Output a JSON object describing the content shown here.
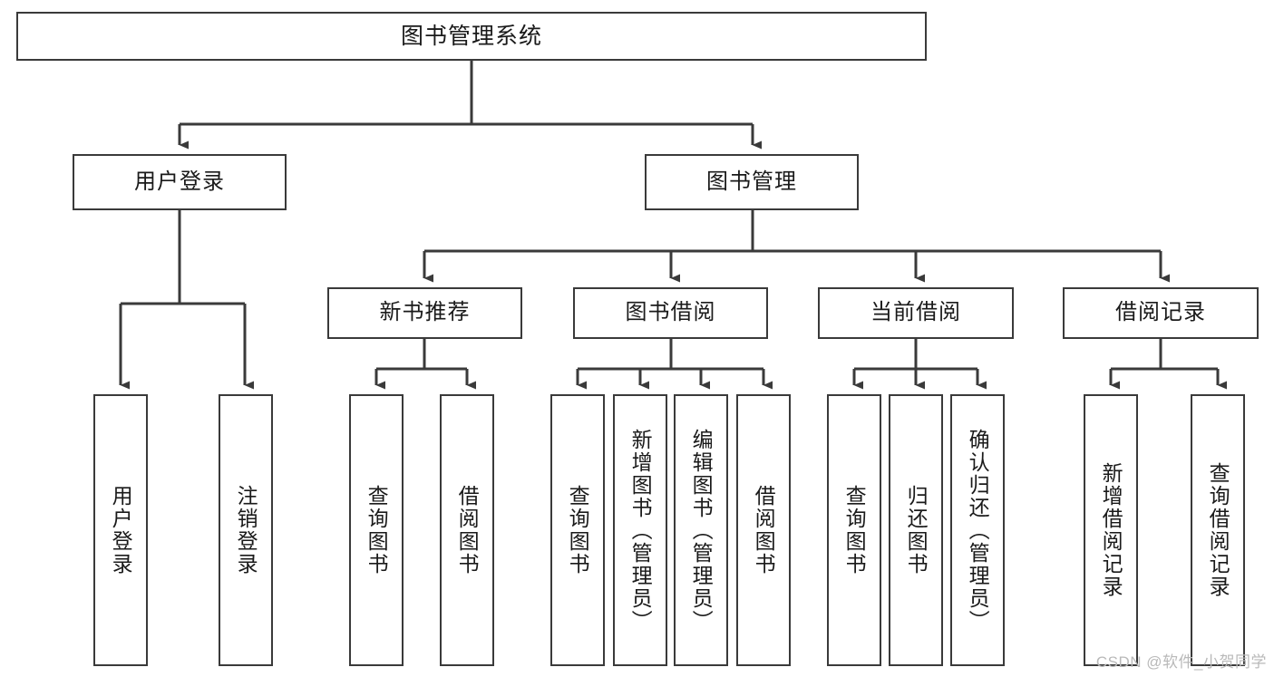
{
  "diagram": {
    "title": "图书管理系统",
    "type": "tree-hierarchy",
    "watermark": "CSDN @软件_小贺同学",
    "colors": {
      "stroke": "#3a3a3a",
      "fill": "#ffffff",
      "text": "#1a1a1a",
      "watermark": "#b9b9b9"
    }
  },
  "nodes": {
    "root": {
      "label": "图书管理系统"
    },
    "level2": [
      {
        "id": "user-login",
        "label": "用户登录"
      },
      {
        "id": "book-manage",
        "label": "图书管理"
      }
    ],
    "level3": [
      {
        "id": "new-book-recommend",
        "label": "新书推荐"
      },
      {
        "id": "book-borrow",
        "label": "图书借阅"
      },
      {
        "id": "current-borrow",
        "label": "当前借阅"
      },
      {
        "id": "borrow-record",
        "label": "借阅记录"
      }
    ],
    "leaves": {
      "user_login": [
        {
          "id": "leaf-user-login",
          "label": "用户登录"
        },
        {
          "id": "leaf-logout",
          "label": "注销登录"
        }
      ],
      "new_book_recommend": [
        {
          "id": "leaf-query-book-1",
          "label": "查询图书"
        },
        {
          "id": "leaf-borrow-book-1",
          "label": "借阅图书"
        }
      ],
      "book_borrow": [
        {
          "id": "leaf-query-book-2",
          "label": "查询图书"
        },
        {
          "id": "leaf-add-book",
          "label": "新增图书（管理员）"
        },
        {
          "id": "leaf-edit-book",
          "label": "编辑图书（管理员）"
        },
        {
          "id": "leaf-borrow-book-2",
          "label": "借阅图书"
        }
      ],
      "current_borrow": [
        {
          "id": "leaf-query-book-3",
          "label": "查询图书"
        },
        {
          "id": "leaf-return-book",
          "label": "归还图书"
        },
        {
          "id": "leaf-confirm-return",
          "label": "确认归还（管理员）"
        }
      ],
      "borrow_record": [
        {
          "id": "leaf-add-record",
          "label": "新增借阅记录"
        },
        {
          "id": "leaf-query-record",
          "label": "查询借阅记录"
        }
      ]
    }
  }
}
